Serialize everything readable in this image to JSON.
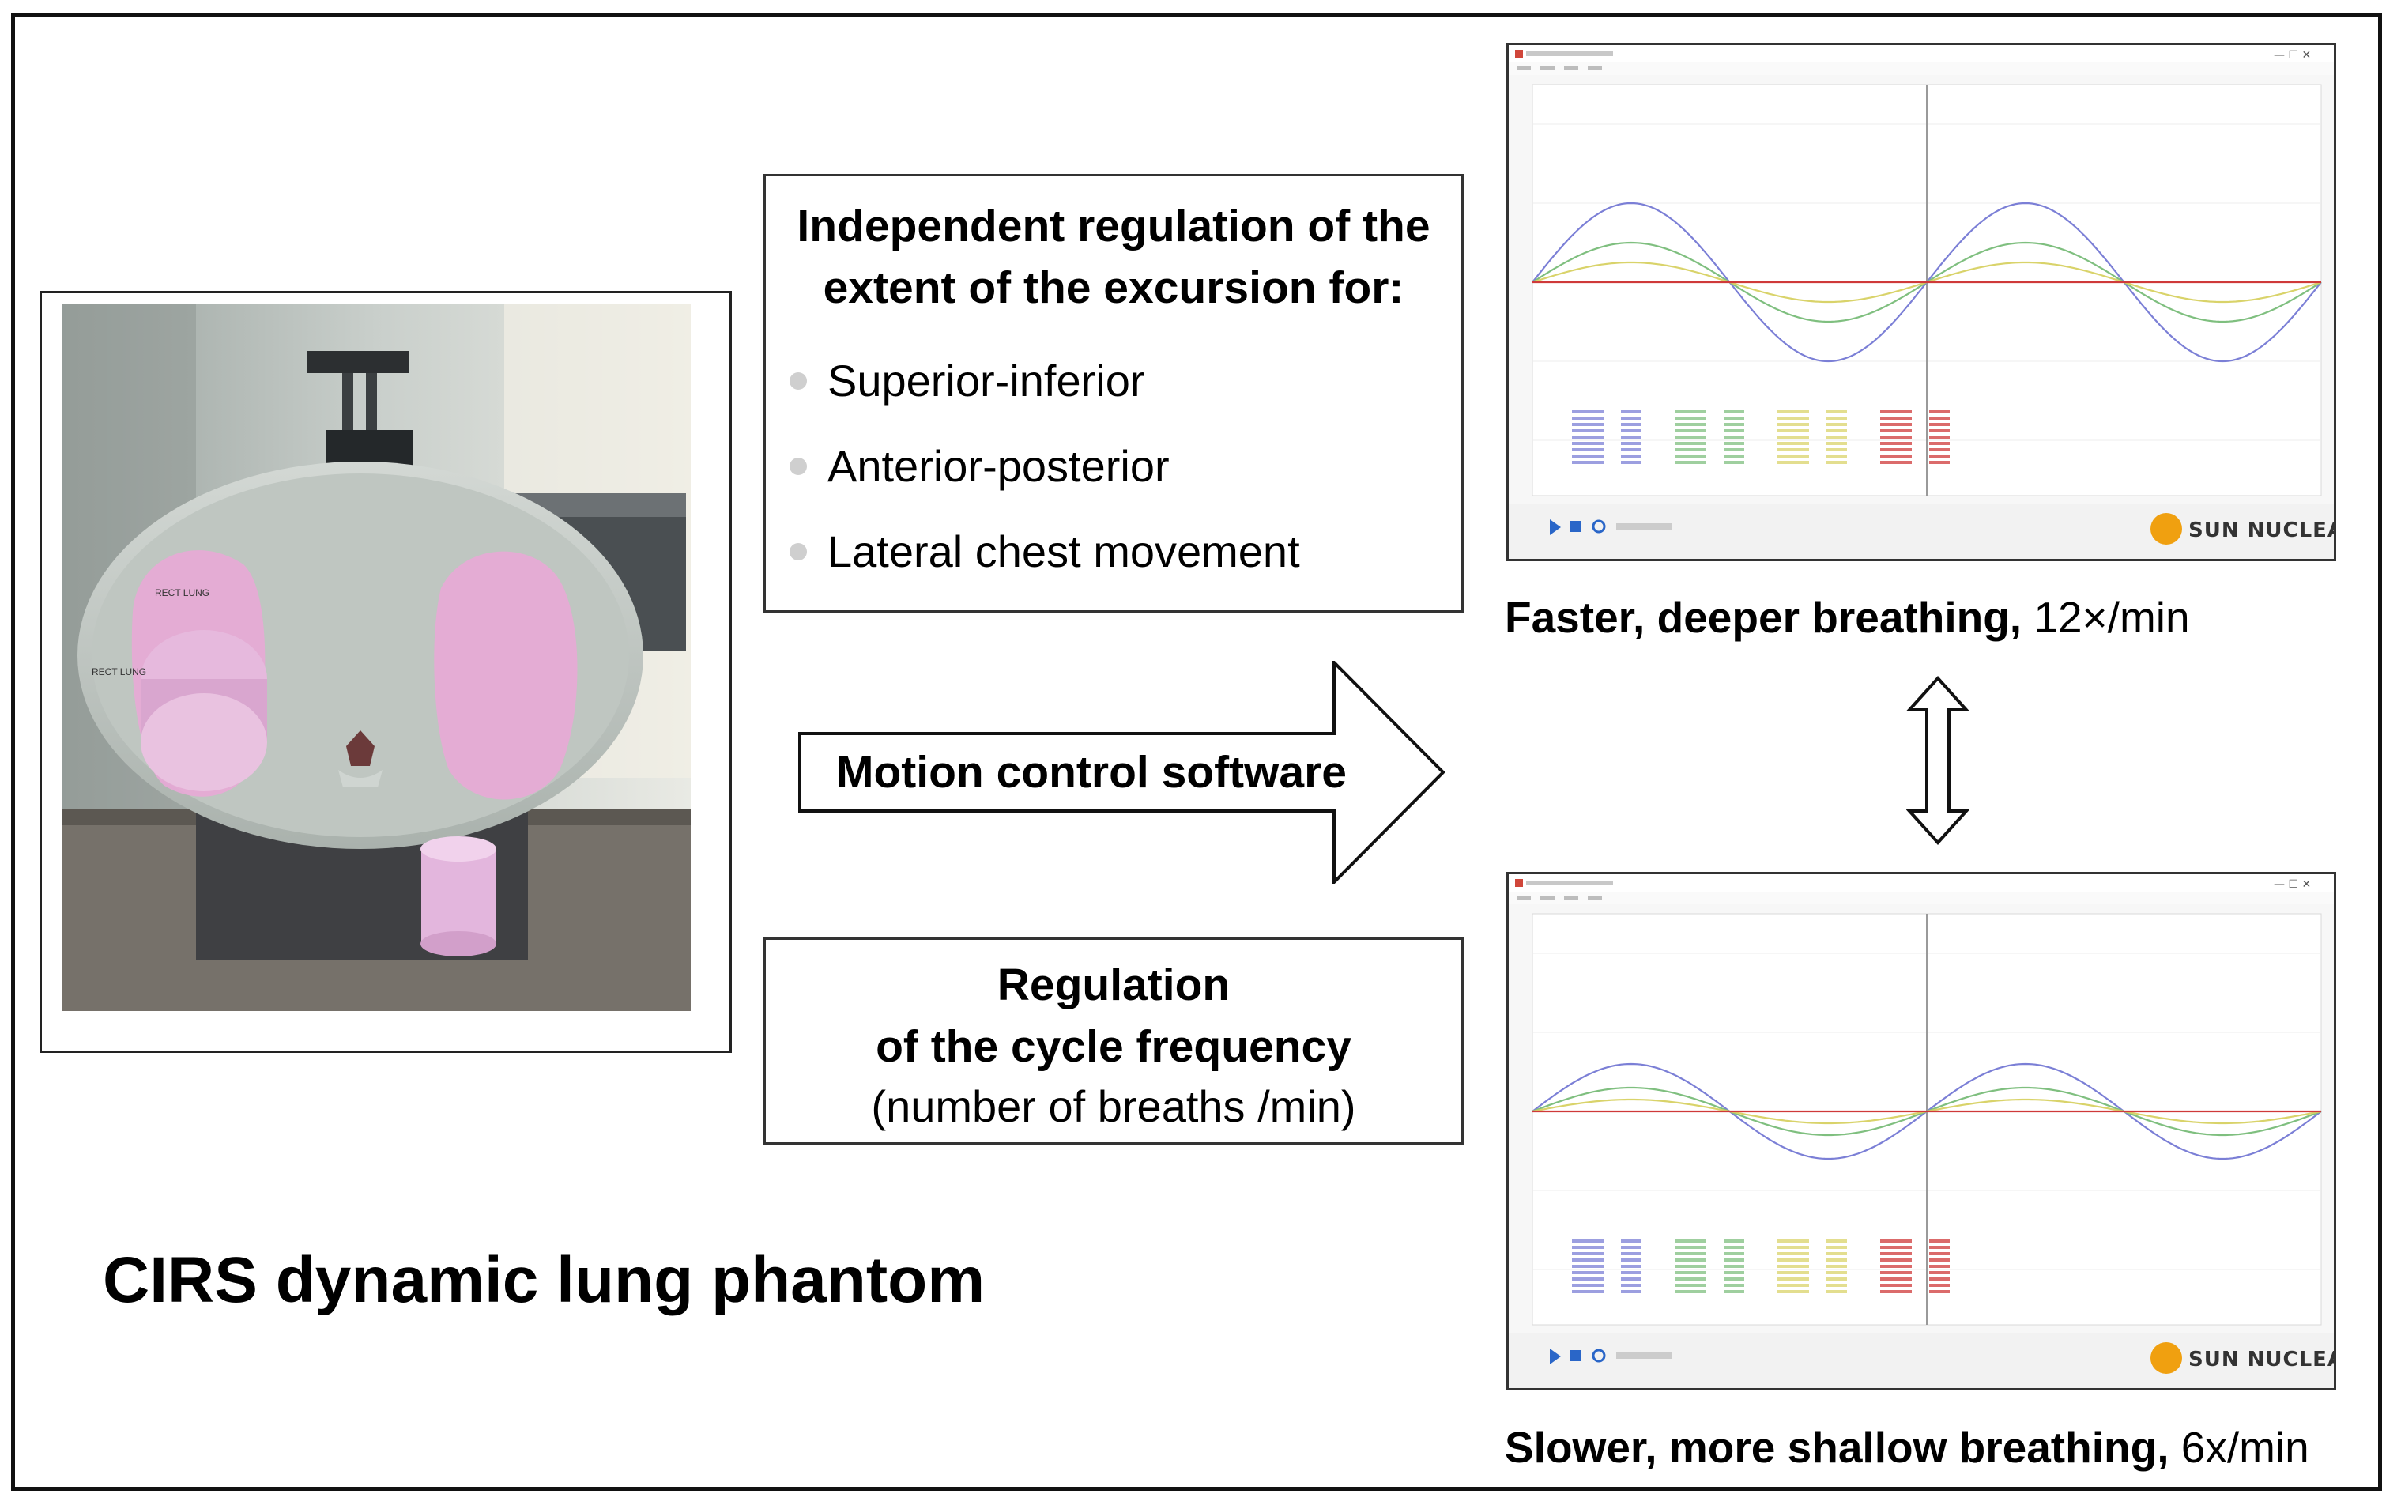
{
  "title": "CIRS dynamic lung phantom",
  "excursion_box": {
    "heading_line1": "Independent regulation of the",
    "heading_line2": "extent of the excursion for:",
    "items": [
      "Superior-inferior",
      "Anterior-posterior",
      "Lateral chest movement"
    ]
  },
  "arrow_label": "Motion control software",
  "frequency_box": {
    "line1": "Regulation",
    "line2": "of the cycle frequency",
    "line3": "(number of breaths /min)"
  },
  "panels": [
    {
      "caption_bold": "Faster, deeper breathing,",
      "caption_rate": "12×/min",
      "brand": "SUN NUCLEAR",
      "amplitudes": [
        1.0,
        0.5,
        0.25,
        0.0
      ],
      "period": 0.5
    },
    {
      "caption_bold": "Slower, more shallow breathing,",
      "caption_rate": "6x/min",
      "brand": "SUN NUCLEAR",
      "amplitudes": [
        0.6,
        0.3,
        0.15,
        0.0
      ],
      "period": 0.5
    }
  ],
  "phantom_labels": [
    "RECT LUNG",
    "RECT LUNG"
  ],
  "colors": {
    "series": [
      "#7b7fd6",
      "#7fbf7f",
      "#d9d36a",
      "#cf3a3a"
    ],
    "brand_orange": "#f0a010",
    "lung_pink": "#e8a9d6",
    "phantom_body": "#c3cac5"
  }
}
